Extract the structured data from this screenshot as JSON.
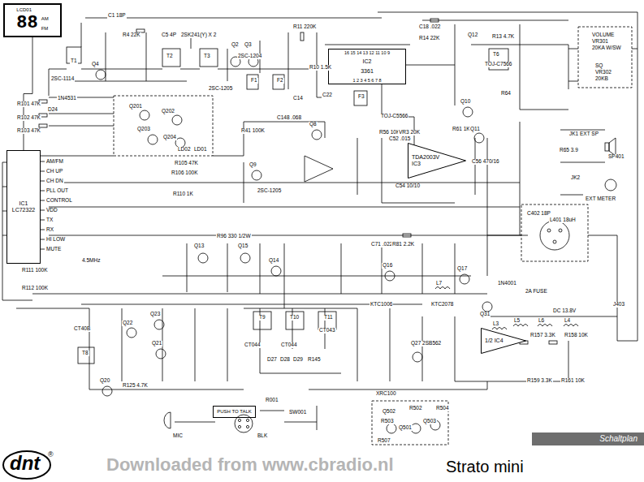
{
  "diagram": {
    "nodes": [
      {
        "text": [
          "LCD01",
          "88",
          "AM",
          "FM"
        ]
      },
      {
        "text": [
          "IC1",
          "LC72322"
        ]
      },
      {
        "text": [
          "16 15 14 13 12 11 10 9",
          "IC2",
          "3361",
          "1 2 3 4 5 6 7 8"
        ]
      },
      {
        "text": [
          "TDA2003V",
          "IC3"
        ]
      },
      {
        "text": [
          "1/2 IC4"
        ]
      },
      {
        "text": [
          "PUSH TO TALK"
        ]
      },
      {
        "text": [
          "Schaltplan"
        ]
      }
    ],
    "edges": [
      {
        "from": 1,
        "to": 0,
        "arrow": "none"
      },
      {
        "from": 2,
        "to": 3,
        "arrow": "none"
      }
    ],
    "labels": [
      "C1 18P",
      "R4 22K",
      "C5 4P",
      "2SK241(Y) X 2",
      "T1",
      "Q4",
      "2SC-1114",
      "T2",
      "T3",
      "Q2",
      "Q3",
      "2SC-1205",
      "2SC-1204",
      "R11 220K",
      "R10 1.5K",
      "F1",
      "F2",
      "C14",
      "C22",
      "F3",
      "TOJ-C5566",
      "C18 .022",
      "R14 22K",
      "Q12",
      "R13 4.7K",
      "VOLUME",
      "VR301",
      "20KA W/SW",
      "SQ",
      "VR302",
      "20KB",
      "T6",
      "TOJ-C7566",
      "R64",
      "Q10",
      "JK1 EXT SP",
      "SP401",
      "R65 3.9",
      "JK2",
      "EXT METER",
      "R56 10K",
      "VR3 20K",
      "C52 .015",
      "C54 10/10",
      "R61 1K",
      "Q11",
      "C56 470/16",
      "C148 .068",
      "Q8",
      "R41 100K",
      "Q9",
      "2SC-1205",
      "R105 47K",
      "R106 100K",
      "R110 1K",
      "R101 47K",
      "R102 47K",
      "R103 47K",
      "D24",
      "1N4531",
      "Q201",
      "Q202",
      "Q203",
      "Q204",
      "LD02",
      "LD01",
      "4.5MHz",
      "R111 100K",
      "R112 100K",
      "R96 330 1/2W",
      "Q13",
      "Q15",
      "Q14",
      "C71 .022",
      "R81 2.2K",
      "Q16",
      "Q17",
      "L7",
      "1N4001",
      "2A FUSE",
      "DC 13.8V",
      "L401 18uH",
      "C402 18P",
      "Q27 2SB562",
      "L3",
      "L5",
      "L6",
      "L4",
      "J403",
      "R157 3.3K",
      "R158 10K",
      "R159 3.3K",
      "R161 10K",
      "Q22",
      "Q23",
      "Q21",
      "Q20",
      "T8",
      "CT40B",
      "R125 4.7K",
      "T9",
      "CT044",
      "T10",
      "CT044",
      "T11",
      "CT043",
      "D27",
      "D28",
      "D29",
      "R145",
      "KTC1006",
      "KTC2078",
      "XRC100",
      "MIC",
      "SW001",
      "BLK",
      "R001",
      "Q502",
      "Q501",
      "Q503",
      "R502",
      "R503",
      "R504",
      "R507",
      "Q31",
      "AM/FM",
      "CH UP",
      "CH DN",
      "PLL OUT",
      "CONTROL",
      "VDD",
      "TX",
      "RX",
      "HI LOW",
      "MUTE",
      "Downloaded from www.cbradio.nl",
      "Strato mini",
      "dnt",
      "®"
    ]
  }
}
